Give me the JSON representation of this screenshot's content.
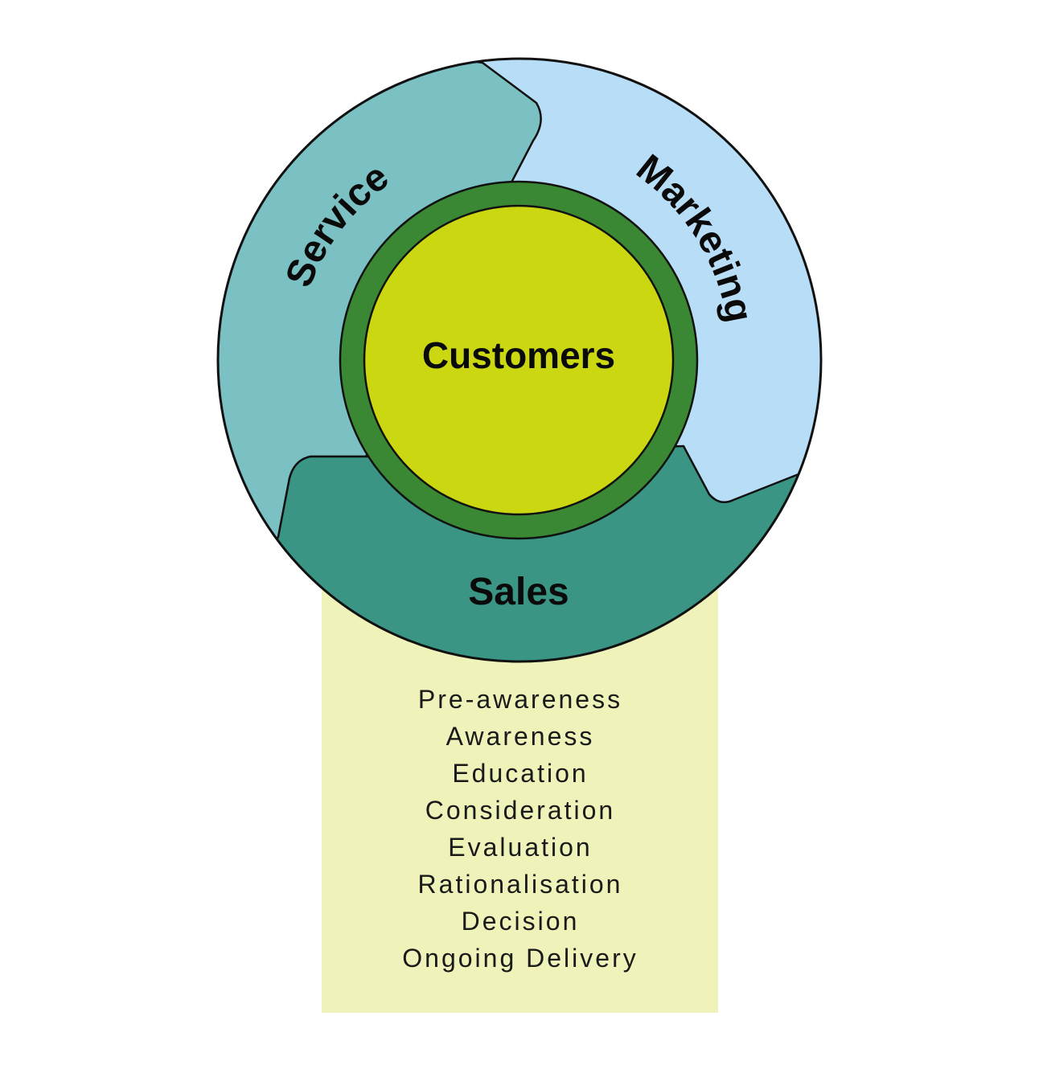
{
  "diagram": {
    "center_label": "Customers",
    "segments": [
      {
        "label": "Service",
        "color": "#7bc1c3"
      },
      {
        "label": "Marketing",
        "color": "#b8ddf6"
      },
      {
        "label": "Sales",
        "color": "#3a9584"
      }
    ],
    "ring_color": "#3a8834",
    "center_color": "#cbd711",
    "panel_color": "#eff2b9",
    "stages": [
      "Pre-awareness",
      "Awareness",
      "Education",
      "Consideration",
      "Evaluation",
      "Rationalisation",
      "Decision",
      "Ongoing Delivery"
    ]
  }
}
